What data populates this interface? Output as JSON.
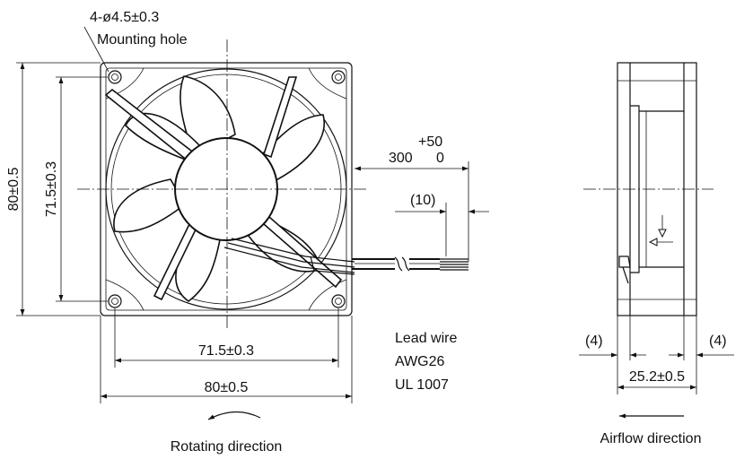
{
  "front_view": {
    "hole_spec": "4-ø4.5±0.3",
    "hole_label": "Mounting hole",
    "dim_outer_vertical": "80±0.5",
    "dim_pitch_vertical": "71.5±0.3",
    "dim_pitch_horizontal": "71.5±0.3",
    "dim_outer_horizontal": "80±0.5",
    "lead_length_tolerance_plus": "+50",
    "lead_length_value": "300",
    "lead_length_tolerance_minus": "0",
    "strip_length": "(10)",
    "rotation_label": "Rotating direction"
  },
  "lead_wire": {
    "line1": "Lead wire",
    "line2": "AWG26",
    "line3": "UL 1007"
  },
  "side_view": {
    "dim_left": "(4)",
    "dim_right": "(4)",
    "dim_thickness": "25.2±0.5",
    "airflow_label": "Airflow direction"
  }
}
